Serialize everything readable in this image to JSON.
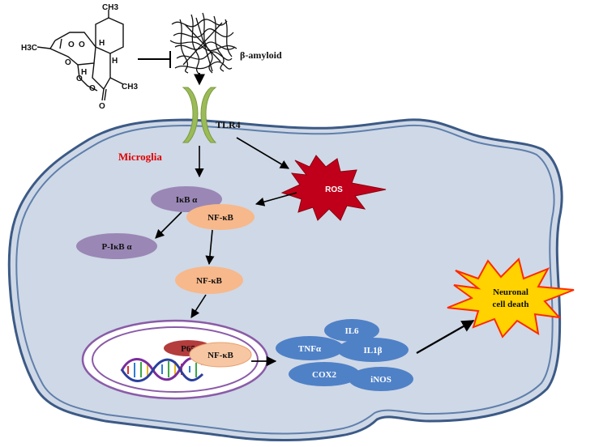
{
  "labels": {
    "beta_amyloid": "β-amyloid",
    "tlr4": "TLR4",
    "microglia": "Microglia",
    "ros": "ROS",
    "ikb_alpha": "IκB α",
    "nfkb_complex": "NF-κB",
    "p_ikb_alpha": "P-IκB α",
    "nfkb_free": "NF-κB",
    "p65": "P65",
    "nfkb_nuclear": "NF-κB",
    "il6": "IL6",
    "tnf_alpha": "TNFα",
    "il1_beta": "IL1β",
    "cox2": "COX2",
    "inos": "iNOS",
    "neuronal_line1": "Neuronal",
    "neuronal_line2": "cell death"
  },
  "molecule_atoms": {
    "h3c_left": "H3C",
    "ch3_top": "CH3",
    "ch3_bottom": "CH3",
    "o1": "O",
    "o2": "O",
    "o3": "O",
    "o4": "O",
    "o5": "O",
    "o_carbonyl": "O",
    "h1": "H",
    "h2": "H",
    "h3": "H"
  },
  "colors": {
    "cell_fill": "#cfd8e6",
    "membrane": "#3c5a86",
    "tlr4_receptor": "#9bbb59",
    "ikb_node": "#9a87b5",
    "nfkb_node": "#f7b88b",
    "cytokine_node": "#4f81c7",
    "p65_node": "#b43c3c",
    "nucleus_ring": "#8a5ba8",
    "ros_burst": "#c0001a",
    "death_burst_fill": "#ffd200",
    "death_burst_stroke": "#ff2a00",
    "microglia_text": "#e00000"
  }
}
